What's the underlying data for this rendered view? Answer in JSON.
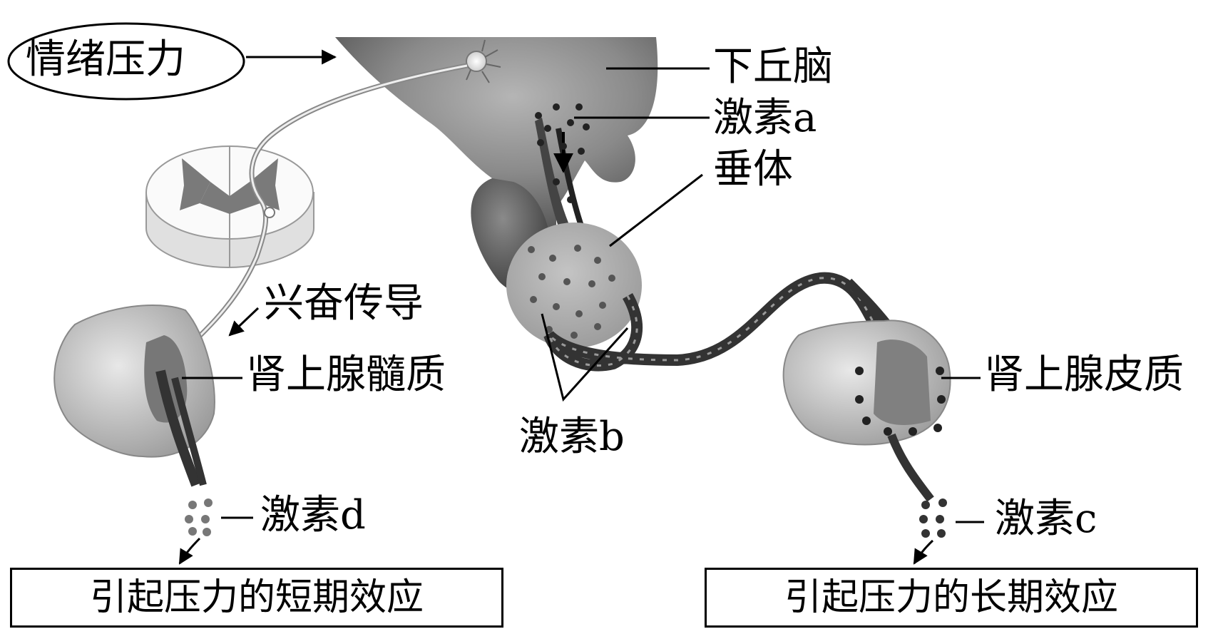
{
  "labels": {
    "emotional_stress": "情绪压力",
    "hypothalamus": "下丘脑",
    "hormone_a": "激素a",
    "pituitary": "垂体",
    "excitation_conduction": "兴奋传导",
    "adrenal_medulla": "肾上腺髓质",
    "adrenal_cortex": "肾上腺皮质",
    "hormone_b": "激素b",
    "hormone_c": "激素c",
    "hormone_d": "激素d",
    "short_term_effect": "引起压力的短期效应",
    "long_term_effect": "引起压力的长期效应"
  }
}
